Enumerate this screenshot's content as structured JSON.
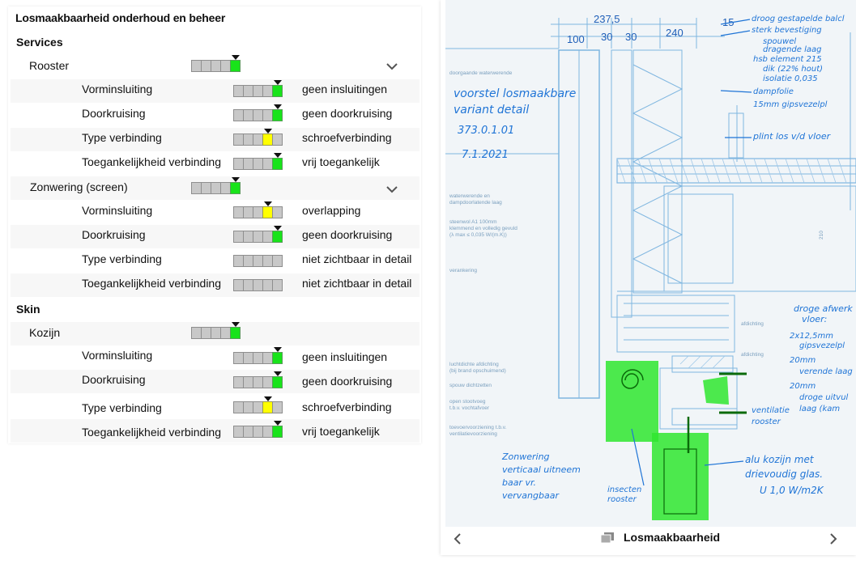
{
  "panel": {
    "title": "Losmaakbaarheid onderhoud en beheer"
  },
  "sections": [
    {
      "name": "Services",
      "items": [
        {
          "name": "Rooster",
          "rating": {
            "segments": 5,
            "filled": 5,
            "color": "green",
            "marker": 5
          },
          "expanded": true,
          "subs": [
            {
              "label": "Vorminsluiting",
              "value": "geen insluitingen",
              "rating": {
                "segments": 5,
                "filled": 5,
                "color": "green",
                "marker": 5
              }
            },
            {
              "label": "Doorkruising",
              "value": "geen doorkruising",
              "rating": {
                "segments": 5,
                "filled": 5,
                "color": "green",
                "marker": 5
              }
            },
            {
              "label": "Type verbinding",
              "value": "schroefverbinding",
              "rating": {
                "segments": 5,
                "filled": 4,
                "color": "yellow",
                "marker": 4
              }
            },
            {
              "label": "Toegankelijkheid verbinding",
              "value": "vrij toegankelijk",
              "rating": {
                "segments": 5,
                "filled": 5,
                "color": "green",
                "marker": 5
              }
            }
          ]
        },
        {
          "name": "Zonwering (screen)",
          "rating": {
            "segments": 5,
            "filled": 5,
            "color": "green",
            "marker": 5
          },
          "expanded": true,
          "subs": [
            {
              "label": "Vorminsluiting",
              "value": "overlapping",
              "rating": {
                "segments": 5,
                "filled": 4,
                "color": "yellow",
                "marker": 4
              }
            },
            {
              "label": "Doorkruising",
              "value": "geen doorkruising",
              "rating": {
                "segments": 5,
                "filled": 5,
                "color": "green",
                "marker": 5
              }
            },
            {
              "label": "Type verbinding",
              "value": "niet zichtbaar in detail",
              "rating": {
                "segments": 5,
                "filled": 0,
                "color": "none",
                "marker": 0
              }
            },
            {
              "label": "Toegankelijkheid verbinding",
              "value": "niet zichtbaar in detail",
              "rating": {
                "segments": 5,
                "filled": 0,
                "color": "none",
                "marker": 0
              }
            }
          ]
        }
      ]
    },
    {
      "name": "Skin",
      "items": [
        {
          "name": "Kozijn",
          "rating": {
            "segments": 5,
            "filled": 5,
            "color": "green",
            "marker": 5
          },
          "expanded": false,
          "subs": [
            {
              "label": "Vorminsluiting",
              "value": "geen insluitingen",
              "rating": {
                "segments": 5,
                "filled": 5,
                "color": "green",
                "marker": 5
              }
            },
            {
              "label": "Doorkruising",
              "value": "geen doorkruising",
              "rating": {
                "segments": 5,
                "filled": 5,
                "color": "green",
                "marker": 5
              }
            },
            {
              "label": "Type verbinding",
              "value": "schroefverbinding",
              "rating": {
                "segments": 5,
                "filled": 4,
                "color": "yellow",
                "marker": 4
              }
            },
            {
              "label": "Toegankelijkheid verbinding",
              "value": "vrij toegankelijk",
              "rating": {
                "segments": 5,
                "filled": 5,
                "color": "green",
                "marker": 5
              }
            }
          ]
        }
      ]
    }
  ],
  "viewer": {
    "title": "Losmaakbaarheid",
    "drawing": {
      "dim_top": "237,5",
      "dim_a": "100",
      "dim_b": "30",
      "dim_c": "30",
      "dim_d": "240",
      "dim_e": "15",
      "note_title_1": "voorstel losmaakbare",
      "note_title_2": "variant detail",
      "note_code": "373.0.1.01",
      "note_date": "7.1.2021",
      "note_right_1": "droog gestapelde balcl",
      "note_right_2": "sterk bevestiging",
      "note_right_3": "spouwel",
      "note_right_4": "dragende laag",
      "note_right_5": "hsb element 215",
      "note_right_6": "dik (22% hout)",
      "note_right_7": "isolatie 0,035",
      "note_right_8": "dampfolie",
      "note_right_9": "15mm gipsvezelpl",
      "note_plint": "plint los v/d vloer",
      "note_floor_1": "droge afwerk",
      "note_floor_2": "vloer:",
      "note_floor_3": "2x12,5mm",
      "note_floor_4": "gipsvezelpl",
      "note_floor_5": "20mm",
      "note_floor_6": "verende laag",
      "note_floor_7": "20mm",
      "note_floor_8": "droge uitvul",
      "note_floor_9": "laag (kam",
      "note_vent_1": "ventilatie",
      "note_vent_2": "rooster",
      "note_zon_1": "Zonwering",
      "note_zon_2": "verticaal uitneem",
      "note_zon_3": "baar vr.",
      "note_zon_4": "vervangbaar",
      "note_insect_1": "insecten",
      "note_insect_2": "rooster",
      "note_kozijn_1": "alu kozijn met",
      "note_kozijn_2": "drievoudig glas.",
      "note_kozijn_3": "U 1,0 W/m2K",
      "label_1": "doorgaande waterwerende",
      "label_2": "waterwerende en",
      "label_3": "dampdoorlatende laag",
      "label_4": "steenwol A1 100mm",
      "label_5": "klemmend en volledig gevuld",
      "label_6": "(λ max ≤ 0,035 W/(m.K))",
      "label_7": "verankering",
      "label_8": "luchtdichte afdichting",
      "label_9": "(bij brand opschuimend)",
      "label_10": "spouw dichtzetten",
      "label_11": "open stootvoeg",
      "label_12": "t.b.v. vochtafvoer",
      "label_13": "toevoervoorziening t.b.v.",
      "label_14": "ventilatievoorziening",
      "label_15": "afdichting",
      "label_16": "afdichting",
      "label_17": "210"
    }
  },
  "colors": {
    "green": "#18e31a",
    "yellow": "#ffff00",
    "grey": "#c8c8c8",
    "ink": "#1f74d6",
    "line": "#7fb6e0",
    "highlight": "#2fe62f"
  }
}
